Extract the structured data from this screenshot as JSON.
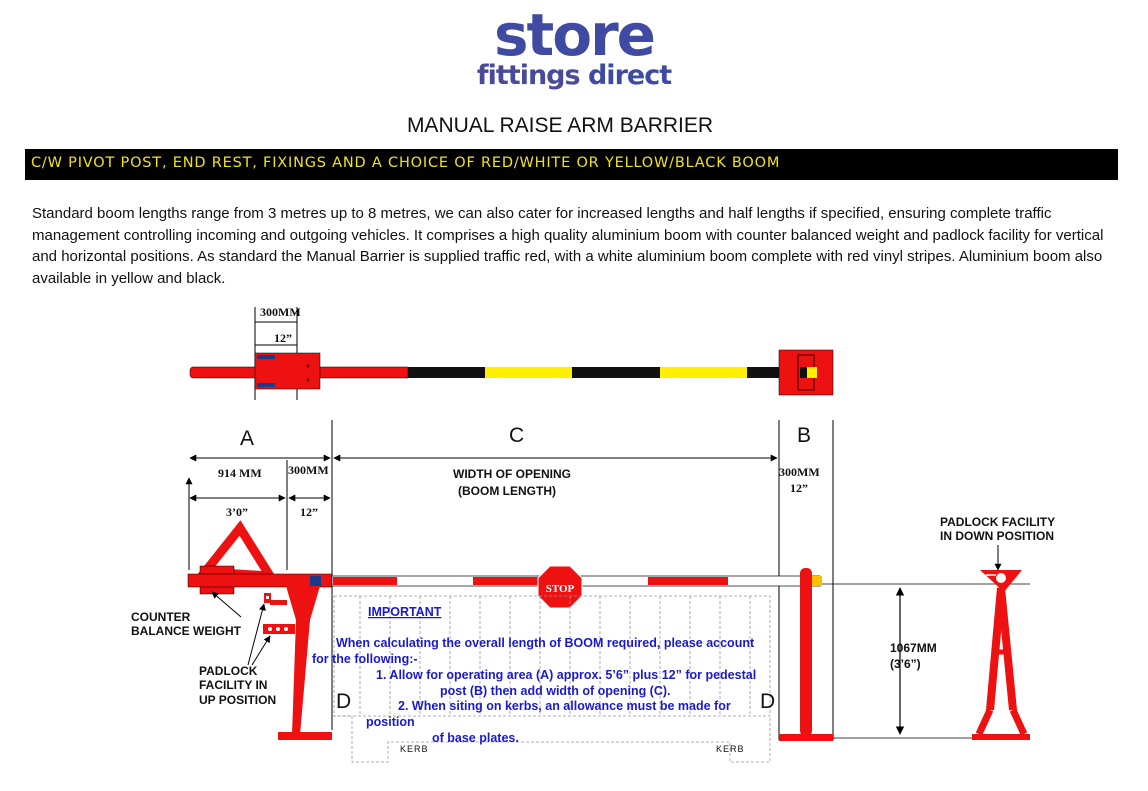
{
  "logo": {
    "line1": "store",
    "line2a": "fittings",
    "line2b": "direct"
  },
  "title": "MANUAL RAISE ARM BARRIER",
  "banner": "C/W PIVOT POST, END REST, FIXINGS AND A CHOICE OF RED/WHITE OR YELLOW/BLACK BOOM",
  "description": "Standard boom lengths range from 3 metres up to 8 metres, we can also cater for increased lengths and half lengths if specified, ensuring complete traffic management controlling incoming and outgoing vehicles.  It comprises a high quality aluminium boom with counter balanced weight and padlock facility for vertical and horizontal positions. As standard the Manual Barrier is supplied traffic red, with a white aluminium boom complete with red vinyl stripes. Aluminium boom also available in yellow and black.",
  "diagram": {
    "top_dim_mm": "300MM",
    "top_dim_in": "12”",
    "section_a": "A",
    "section_b": "B",
    "section_c": "C",
    "dim_914": "914 MM",
    "dim_300_left": "300MM",
    "dim_300_right": "300MM",
    "dim_12_right": "12”",
    "width_line1": "WIDTH OF OPENING",
    "width_line2": "(BOOM LENGTH)",
    "dim_3ft": "3’0”",
    "dim_12_left": "12”",
    "stop": "STOP",
    "padlock_down_1": "PADLOCK FACILITY",
    "padlock_down_2": "IN DOWN POSITION",
    "counter_1": "COUNTER",
    "counter_2": "BALANCE WEIGHT",
    "padlock_up_1": "PADLOCK",
    "padlock_up_2": "FACILITY IN",
    "padlock_up_3": "UP POSITION",
    "height_mm": "1067MM",
    "height_ft": "(3’6”)",
    "d_left": "D",
    "d_right": "D",
    "kerb_left": "KERB",
    "kerb_right": "KERB",
    "important": "IMPORTANT",
    "note_1": "When calculating the overall length of BOOM required, please account",
    "note_2": "for the   following:-",
    "note_3": "1.  Allow for operating area (A) approx. 5’6” plus 12” for pedestal",
    "note_4": "post (B) then add width of opening (C).",
    "note_5": "2.  When siting on kerbs, an allowance must be made for",
    "note_6": "position",
    "note_7": "of base plates."
  },
  "colors": {
    "brand": "#3f4aa3",
    "barrier_red": "#ee1111",
    "banner_text": "#f2e21a",
    "note_blue": "#1a1acc",
    "yellow": "#ffee00"
  }
}
